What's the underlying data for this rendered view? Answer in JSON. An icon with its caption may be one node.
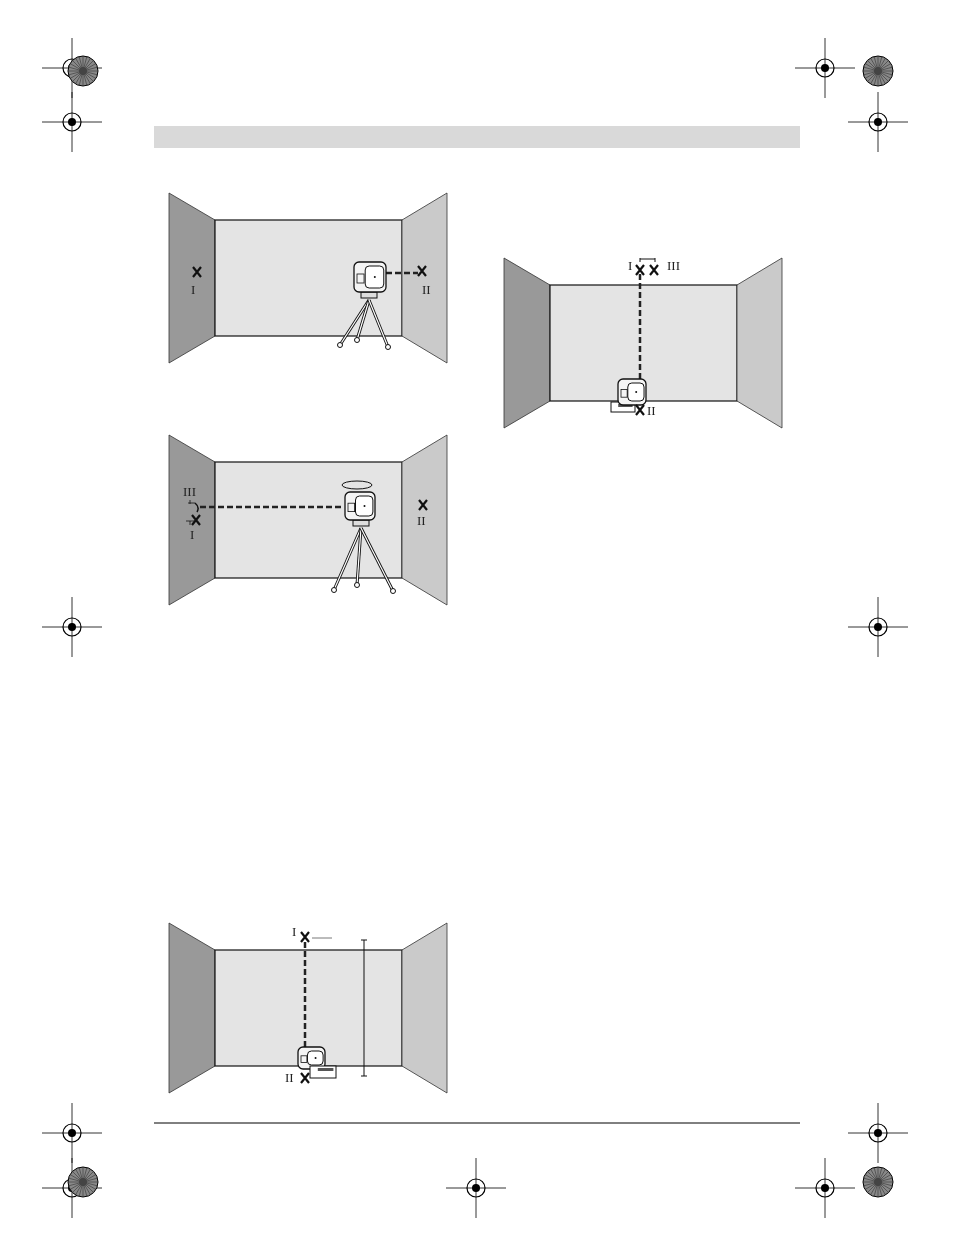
{
  "diagram": {
    "labels": [
      "I",
      "II",
      "I",
      "III",
      "II",
      "III",
      "I",
      "II",
      "I",
      "II"
    ]
  }
}
